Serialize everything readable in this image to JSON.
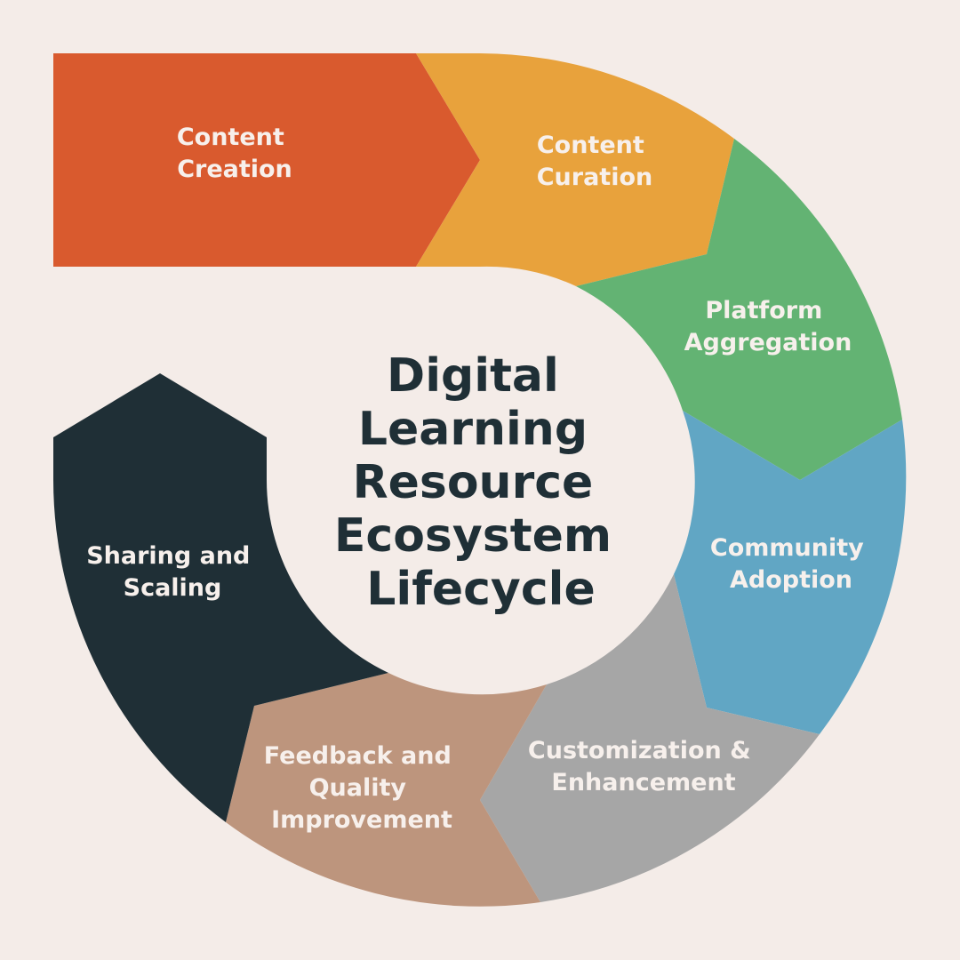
{
  "diagram": {
    "center_title": [
      "Digital",
      "Learning",
      "Resource",
      "Ecosystem",
      "Lifecycle"
    ],
    "stages": [
      {
        "label": [
          "Content",
          "Creation"
        ],
        "color": "#d95a2e"
      },
      {
        "label": [
          "Content",
          "Curation"
        ],
        "color": "#e8a23c"
      },
      {
        "label": [
          "Platform",
          "Aggregation"
        ],
        "color": "#63b373"
      },
      {
        "label": [
          "Community",
          "Adoption"
        ],
        "color": "#61a6c4"
      },
      {
        "label": [
          "Customization &",
          "Enhancement"
        ],
        "color": "#a6a6a6"
      },
      {
        "label": [
          "Feedback and",
          "Quality",
          "Improvement"
        ],
        "color": "#bd957d"
      },
      {
        "label": [
          "Sharing and",
          "Scaling"
        ],
        "color": "#1f2f36"
      }
    ],
    "background": "#f4ece8",
    "label_color": "#f7f0ec",
    "title_color": "#1f2f36"
  }
}
